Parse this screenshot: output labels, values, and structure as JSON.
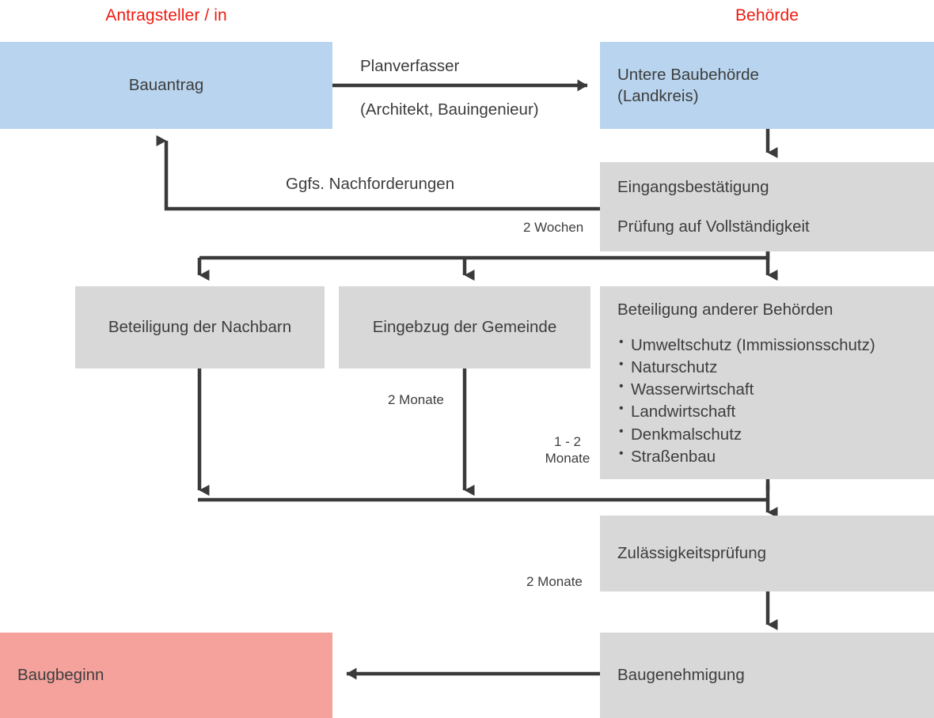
{
  "diagram": {
    "title_left": "Antragsteller / in",
    "title_right": "Behörde",
    "colors": {
      "header_red": "#ee1b11",
      "applicant_blue": "#b8d4ee",
      "authority_grey": "#d8d8d8",
      "start_red": "#f5a29c",
      "edge": "#3a3a3a",
      "text": "#3d3d3d"
    },
    "nodes": {
      "bauantrag": "Bauantrag",
      "untere_baubehoerde_l1": "Untere Baubehörde",
      "untere_baubehoerde_l2": "(Landkreis)",
      "eingangsbestaetigung": "Eingangsbestätigung",
      "pruefung_vollstaendigkeit": "Prüfung auf Vollständigkeit",
      "beteiligung_nachbarn": "Beteiligung der Nachbarn",
      "eingebzug_gemeinde": "Eingebzug der Gemeinde",
      "beteiligung_behoerden_title": "Beteiligung anderer Behörden",
      "beteiligung_behoerden_items": [
        "Umweltschutz (Immissionsschutz)",
        "Naturschutz",
        "Wasserwirtschaft",
        "Landwirtschaft",
        "Denkmalschutz",
        "Straßenbau"
      ],
      "zulaessigkeitspruefung": "Zulässigkeitsprüfung",
      "baugenehmigung": "Baugenehmigung",
      "baugbeginn": "Baugbeginn"
    },
    "edge_labels": {
      "planverfasser": "Planverfasser",
      "planverfasser_sub": "(Architekt, Bauingenieur)",
      "nachforderungen": "Ggfs. Nachforderungen",
      "zwei_wochen": "2 Wochen",
      "zwei_monate_gemeinde": "2 Monate",
      "ein_bis_zwei_monate_l1": "1 - 2",
      "ein_bis_zwei_monate_l2": "Monate",
      "zwei_monate_zulaessigkeit": "2 Monate"
    }
  }
}
